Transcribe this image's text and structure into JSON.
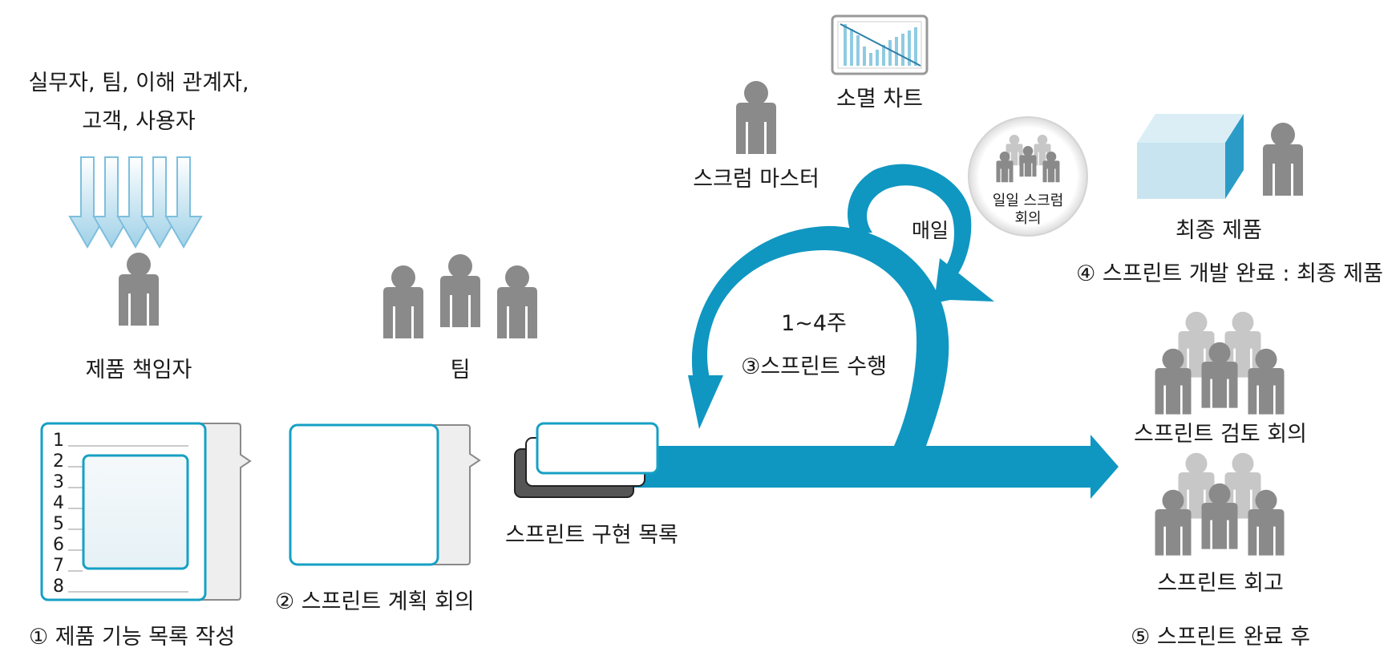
{
  "stakeholders": {
    "line1": "실무자, 팀, 이해 관계자,",
    "line2": "고객, 사용자"
  },
  "product_owner": {
    "label": "제품 책임자"
  },
  "team": {
    "label": "팀"
  },
  "scrum_master": {
    "label": "스크럼 마스터"
  },
  "burndown": {
    "label": "소멸 차트"
  },
  "backlog": {
    "numbers": [
      "1",
      "2",
      "3",
      "4",
      "5",
      "6",
      "7",
      "8"
    ],
    "caption": "① 제품 기능 목록 작성"
  },
  "planning": {
    "caption": "② 스프린트 계획 회의"
  },
  "sprint_backlog": {
    "caption": "스프린트 구현 목록"
  },
  "cycle": {
    "daily": "매일",
    "duration": "1~4주",
    "sprint": "③스프린트 수행",
    "daily_scrum_line1": "일일 스크럼",
    "daily_scrum_line2": "회의"
  },
  "final_product": {
    "label": "최종 제품",
    "caption": "④ 스프린트 개발 완료 : 최종 제품"
  },
  "review": {
    "label": "스프린트 검토 회의"
  },
  "retro": {
    "label": "스프린트 회고"
  },
  "after": {
    "caption": "⑤ 스프린트 완료 후"
  },
  "colors": {
    "cycle_blue": "#0f97c1",
    "person_gray": "#8a8a8a",
    "person_light": "#c7c7c7",
    "doc_border": "#16a0c4"
  }
}
